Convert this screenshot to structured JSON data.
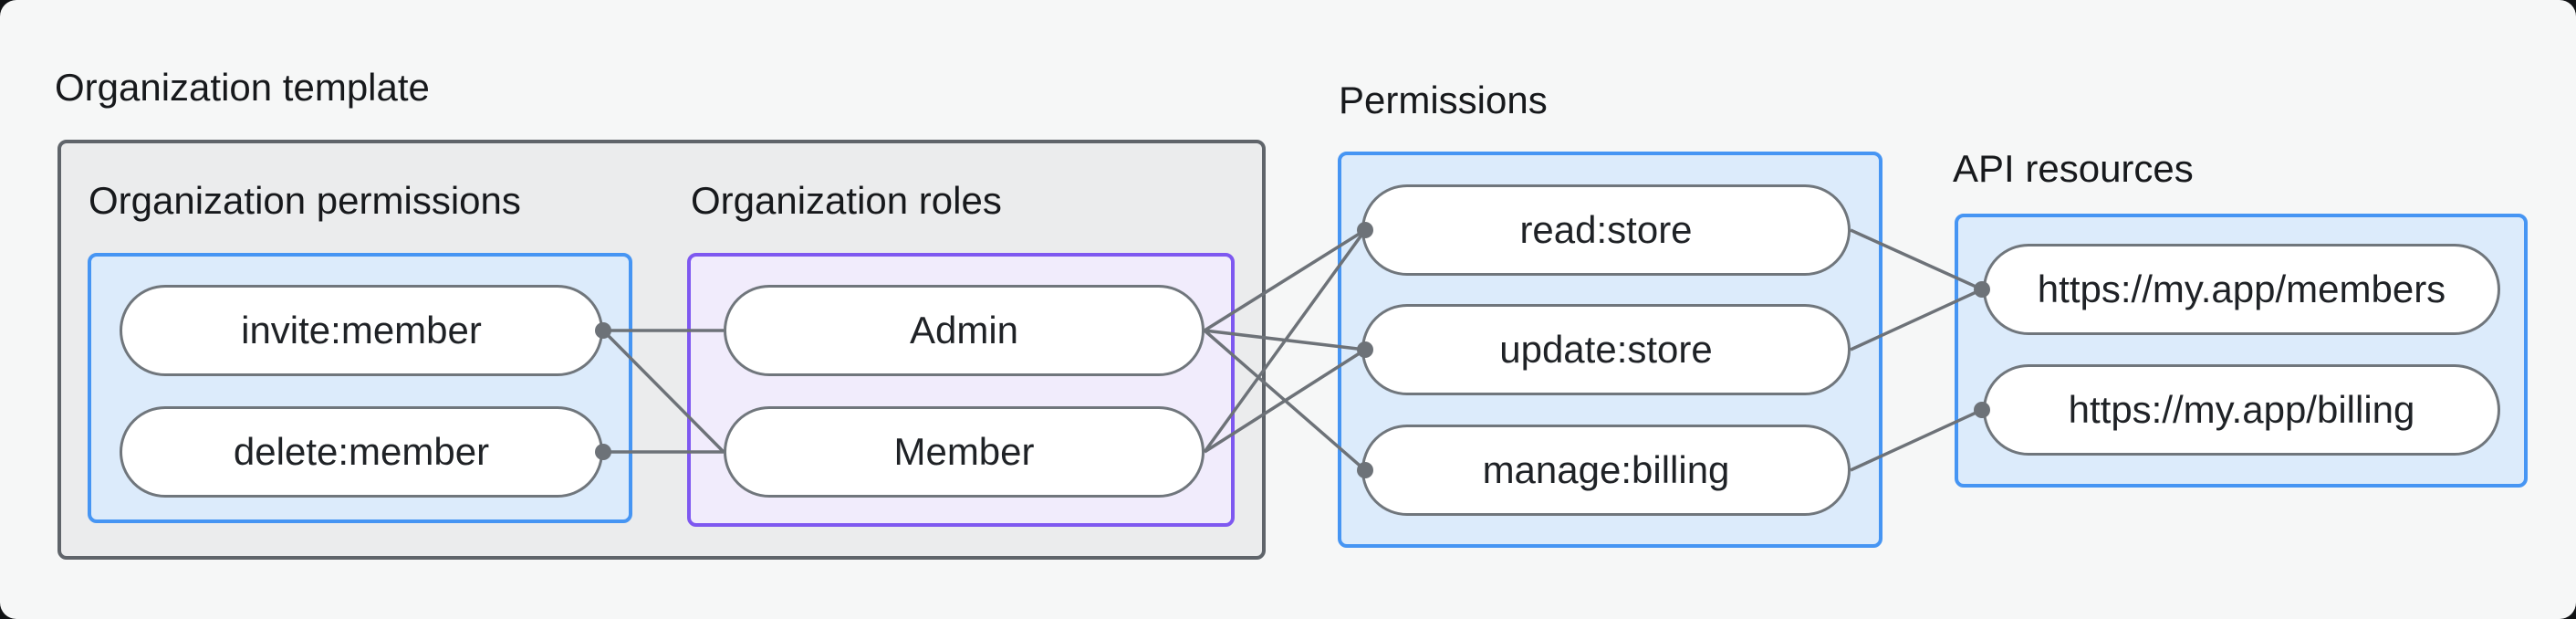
{
  "title": "Organization template",
  "sections": {
    "org_permissions": {
      "label": "Organization permissions",
      "items": [
        "invite:member",
        "delete:member"
      ]
    },
    "org_roles": {
      "label": "Organization roles",
      "items": [
        "Admin",
        "Member"
      ]
    },
    "permissions": {
      "label": "Permissions",
      "items": [
        "read:store",
        "update:store",
        "manage:billing"
      ]
    },
    "api_resources": {
      "label": "API resources",
      "items": [
        "https://my.app/members",
        "https://my.app/billing"
      ]
    }
  },
  "edges": [
    {
      "from": "invite:member",
      "to": "Admin"
    },
    {
      "from": "invite:member",
      "to": "Member"
    },
    {
      "from": "delete:member",
      "to": "Member"
    },
    {
      "from": "Admin",
      "to": "read:store"
    },
    {
      "from": "Admin",
      "to": "update:store"
    },
    {
      "from": "Admin",
      "to": "manage:billing"
    },
    {
      "from": "Member",
      "to": "read:store"
    },
    {
      "from": "Member",
      "to": "update:store"
    },
    {
      "from": "read:store",
      "to": "https://my.app/members"
    },
    {
      "from": "update:store",
      "to": "https://my.app/members"
    },
    {
      "from": "manage:billing",
      "to": "https://my.app/billing"
    }
  ],
  "colors": {
    "canvas_bg": "#f6f7f7",
    "template_box_bg": "#ebeced",
    "template_box_border": "#5f646a",
    "blue_box_bg": "#dcebfb",
    "blue_box_border": "#4695f3",
    "purple_box_bg": "#f1ecfc",
    "purple_box_border": "#7e58f0",
    "node_bg": "#ffffff",
    "node_border": "#70767c",
    "edge_color": "#6d7278",
    "text_color": "#17191c"
  }
}
